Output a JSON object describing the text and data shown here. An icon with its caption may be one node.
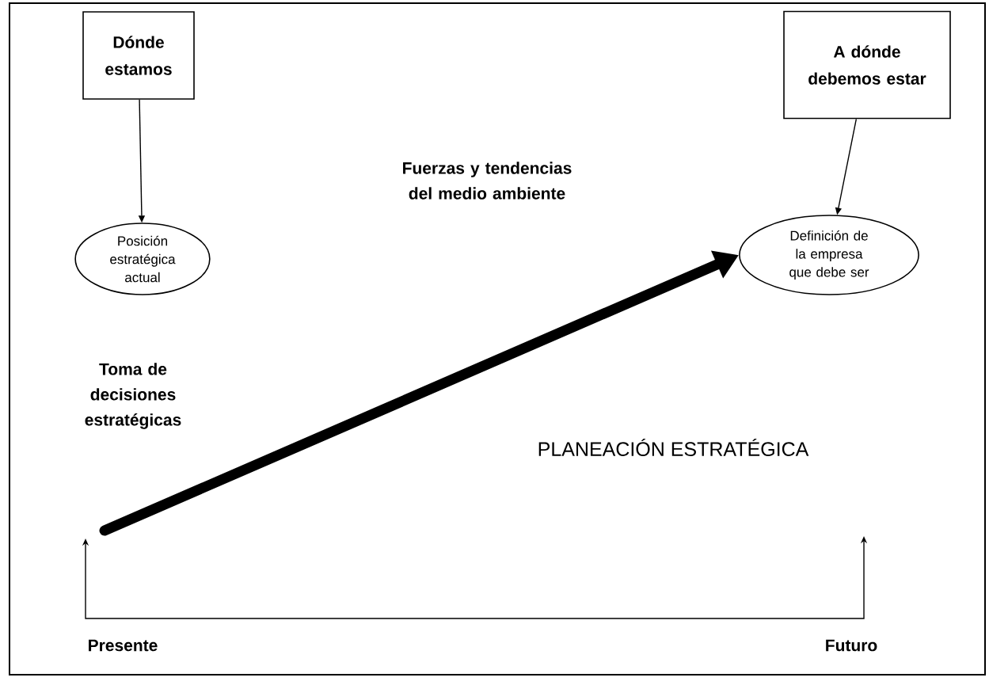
{
  "diagram": {
    "nodes": [
      {
        "text": [
          "Dónde estamos"
        ]
      },
      {
        "text": [
          "A dónde debemos estar"
        ]
      },
      {
        "text": [
          "Posición estratégica actual"
        ]
      },
      {
        "text": [
          "Definición de la empresa que debe ser"
        ]
      }
    ],
    "edges": [
      {
        "from": 0,
        "to": 2,
        "arrow": "to"
      },
      {
        "from": 1,
        "to": 3,
        "arrow": "to"
      },
      {
        "from": null,
        "to": 3,
        "arrow": "to",
        "style": "thick",
        "label": "PLANEACIÓN ESTRATÉGICA"
      }
    ],
    "labels": [
      "Fuerzas y tendencias del medio ambiente",
      "Toma de decisiones estratégicas",
      "Presente",
      "Futuro"
    ]
  }
}
